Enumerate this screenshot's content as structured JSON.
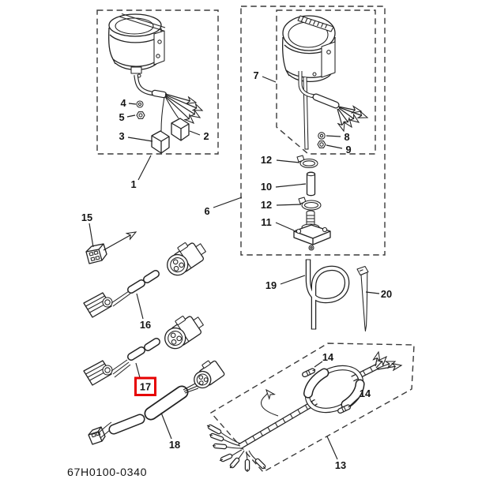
{
  "diagram": {
    "code": "67H0100-0340",
    "background_color": "#ffffff",
    "line_color": "#222222",
    "highlight": {
      "callout": "17",
      "color": "#e60000"
    }
  },
  "callouts": {
    "c1": "1",
    "c2": "2",
    "c3": "3",
    "c4": "4",
    "c5": "5",
    "c6": "6",
    "c7": "7",
    "c8": "8",
    "c9": "9",
    "c10": "10",
    "c11": "11",
    "c12a": "12",
    "c12b": "12",
    "c13": "13",
    "c14a": "14",
    "c14b": "14",
    "c15": "15",
    "c16": "16",
    "c17": "17",
    "c18": "18",
    "c19": "19",
    "c20": "20"
  }
}
